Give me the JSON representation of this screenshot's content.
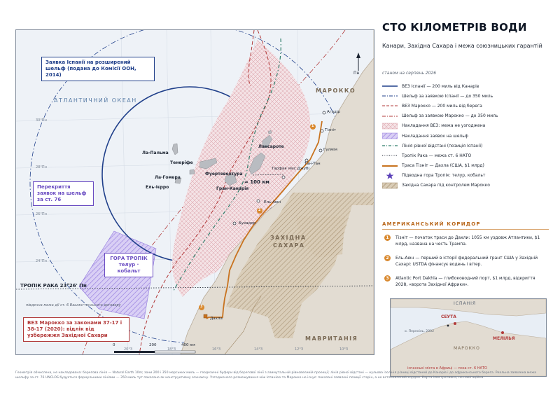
{
  "title": "СТО КІЛОМЕТРІВ ВОДИ",
  "subtitle": "Канари, Західна Сахара і межа союзницьких гарантій",
  "date": "станом на серпень 2026",
  "colors": {
    "eez_spain": "#1f3f8a",
    "eez_morocco": "#b23a3a",
    "corridor": "#c8731f",
    "median": "#2f7d6a",
    "tropic": "#1c2431",
    "overlap_eez": "#e6b9bf",
    "overlap_shelf": "#b7a6ea",
    "western_sahara": "#a89272",
    "land": "#e2dcd2",
    "ocean": "#eef2f7"
  },
  "legend": [
    {
      "symbol": "solid-navy-line",
      "label": "ВЕЗ Іспанії — 200 миль від Канарів"
    },
    {
      "symbol": "dashdot-navy-line",
      "label": "Шельф за заявкою Іспанії — до 350 миль"
    },
    {
      "symbol": "dashed-red-line",
      "label": "ВЕЗ Марокко — 200 миль від берега"
    },
    {
      "symbol": "dashdot-red-line",
      "label": "Шельф за заявкою Марокко — до 350 миль"
    },
    {
      "symbol": "pink-hatch",
      "label": "Накладання ВЕЗ: межа не узгоджена"
    },
    {
      "symbol": "purple-hatch",
      "label": "Накладання заявок на шельф"
    },
    {
      "symbol": "dashed-green-line",
      "label": "Лінія рівної відстані (позиція Іспанії)"
    },
    {
      "symbol": "dotted-black-line",
      "label": "Тропік Рака — межа ст. 6 НАТО"
    },
    {
      "symbol": "orange-line",
      "label": "Траса Тізніт — Дахла (США, $1 млрд)"
    },
    {
      "symbol": "purple-star",
      "label": "Підводна гора Тропік: телур, кобальт"
    },
    {
      "symbol": "tan-hatch",
      "label": "Західна Сахара під контролем Марокко"
    }
  ],
  "corridor": {
    "title": "АМЕРИКАНСЬКИЙ КОРИДОР",
    "items": [
      {
        "num": "1",
        "text": "Тізніт — початок траси до Дахли: 1055 км уздовж Атлантики, $1 млрд, названа на честь Трампа."
      },
      {
        "num": "2",
        "text": "Ель-Аюн — перший в історії федеральний грант США у Західній Сахарі: USTDA фінансує водень і вітер."
      },
      {
        "num": "3",
        "text": "Atlantic Port Dakhla — глибоководний порт, $1 млрд, відкриття 2028, «ворота Західної Африки»."
      }
    ]
  },
  "map": {
    "ocean_label": "АТЛАНТИЧНИЙ ОКЕАН",
    "morocco_label": "МАРОККО",
    "ws_label_1": "ЗАХІДНА",
    "ws_label_2": "САХАРА",
    "mauritania_label": "МАВРИТАНІЯ",
    "north_label": "Пн",
    "tropic_label": "ТРОПІК РАКА  23°26' Пн",
    "tropic_sub": "південна межа дії ст. 6 Вашингтонського договору",
    "distance_label": "≈ 100 км",
    "box_spain_shelf": "Заявка Іспанії на розширений шельф (подана до Комісії ООН, 2014)",
    "box_overlap": "Перекриття заявок на шельф за ст. 76",
    "box_tropic": "ГОРА ТРОПІК телур · кобальт",
    "box_morocco_law": "ВЕЗ Марокко за законами 37-17 і 38-17 (2020): відлік від узбережжя Західної Сахари",
    "islands": {
      "lapalma": "Ла-Пальма",
      "tenerife": "Тенеріфе",
      "lagomera": "Ла-Гомера",
      "elhierro": "Ель-Ієрро",
      "grancanaria": "Гран-Канарія",
      "fuerteventura": "Фуертевентура",
      "lanzarote": "Лансароте"
    },
    "places": {
      "agadir": "Агадір",
      "tiznit": "Тізніт",
      "guelmim": "Гулмім",
      "tantan": "Тан-Тан",
      "tarfaya": "Тарфая",
      "jubi": "мис Джубі",
      "laayoune": "Ель-Аюн",
      "boujdour": "Бухадор",
      "dakhla": "Дахла"
    },
    "lat_ticks": [
      "30°Пн",
      "28°Пн",
      "26°Пн",
      "24°Пн"
    ],
    "lon_ticks": [
      "20°З",
      "18°З",
      "16°З",
      "14°З",
      "12°З",
      "10°З"
    ],
    "scale": {
      "zero": "0",
      "mid": "200",
      "end": "400 км"
    },
    "markers": [
      "1",
      "2",
      "3"
    ]
  },
  "inset": {
    "spain": "ІСПАНІЯ",
    "ceuta": "СЕУТА",
    "melilla": "МЕЛІЛЬЯ",
    "morocco": "МАРОККО",
    "perejil": "о. Перехіль, 2002",
    "caption": "іспанські міста в Африці — поза ст. 6 НАТО"
  },
  "footnote": "Геометрія обчислена, не накладована: берегова лінія — Natural Earth 10m; зони 200 і 350 морських миль — геодезичні буфери від берегової лінії з азимутальній рівновеликій проекції; лінія рівної відстані — нульова ізолінія різниці відстаней до Канарів і до африканського берега. Реальна заявлена межа шельфу за ст. 76 UNCLOS будується формульними лініями — 350 миль тут показано як конструктивну огинаючу. Узгодженого розмежування між Іспанією та Марокко не існує: показані заявлені позиції сторін, а не встановлений кордон. Карта ілюстративна, не навігаційна."
}
